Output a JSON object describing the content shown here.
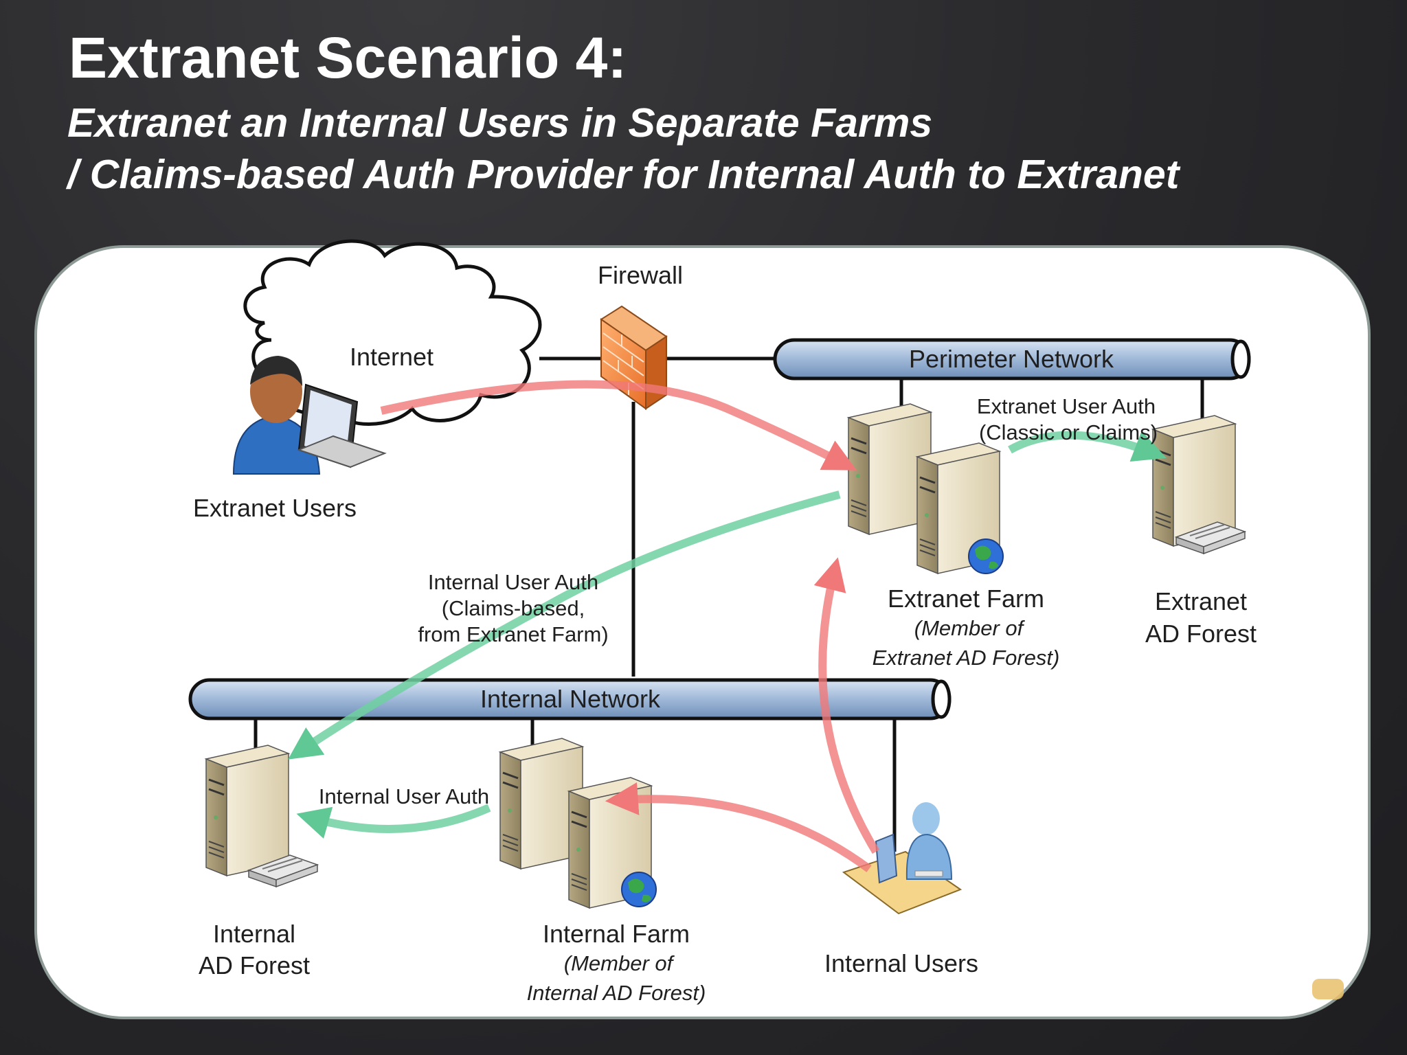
{
  "title": "Extranet Scenario 4:",
  "subtitle_line1": "Extranet an Internal Users in Separate Farms",
  "subtitle_line2": "/ Claims-based Auth Provider for Internal Auth to Extranet",
  "labels": {
    "firewall": "Firewall",
    "internet": "Internet",
    "perimeter_network": "Perimeter Network",
    "internal_network": "Internal Network",
    "extranet_users": "Extranet Users",
    "extranet_user_auth": "Extranet User Auth",
    "extranet_user_auth_note": "(Classic or Claims)",
    "internal_user_auth_1": "Internal User Auth",
    "internal_user_auth_1_note_a": "(Claims-based,",
    "internal_user_auth_1_note_b": "from Extranet Farm)",
    "internal_user_auth_2": "Internal User Auth",
    "extranet_farm": "Extranet Farm",
    "extranet_farm_note_a": "(Member of",
    "extranet_farm_note_b": "Extranet AD Forest)",
    "extranet_ad_forest_a": "Extranet",
    "extranet_ad_forest_b": "AD Forest",
    "internal_ad_forest_a": "Internal",
    "internal_ad_forest_b": "AD Forest",
    "internal_farm": "Internal Farm",
    "internal_farm_note_a": "(Member of",
    "internal_farm_note_b": "Internal AD Forest)",
    "internal_users": "Internal Users"
  },
  "colors": {
    "red_flow": "#f08080",
    "green_flow": "#6fd0a0",
    "network_pipe": "#9fb8d8"
  }
}
